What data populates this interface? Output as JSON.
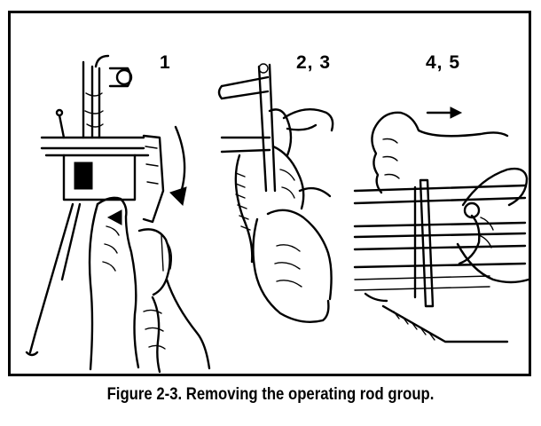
{
  "figure": {
    "panels": [
      {
        "label": "1"
      },
      {
        "label": "2, 3"
      },
      {
        "label": "4, 5"
      }
    ],
    "caption": "Figure 2-3. Removing the operating rod group."
  }
}
